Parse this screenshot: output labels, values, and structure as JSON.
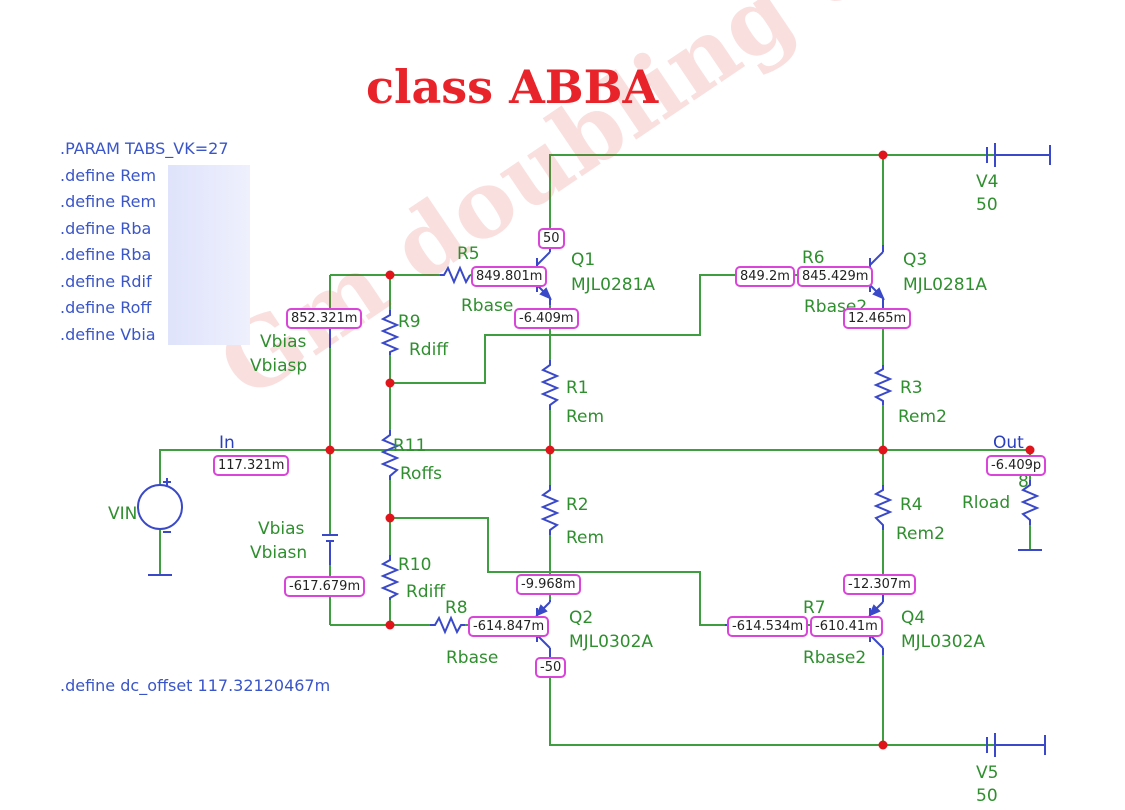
{
  "title": "class ABBA",
  "directives": [
    ".PARAM TABS_VK=27",
    ".define Rem",
    ".define Rem",
    ".define Rba",
    ".define Rba",
    ".define Rdif",
    ".define Roff",
    ".define Vbia"
  ],
  "dc_offset_directive": ".define dc_offset 117.32120467m",
  "watermark": "Gm doubling comp",
  "components": {
    "r5": {
      "ref": "R5",
      "value": "Rbase"
    },
    "q1": {
      "ref": "Q1",
      "model": "MJL0281A"
    },
    "r6": {
      "ref": "R6",
      "value": "Rbase2"
    },
    "q3": {
      "ref": "Q3",
      "model": "MJL0281A"
    },
    "v4": {
      "ref": "V4",
      "value": "50"
    },
    "r9": {
      "ref": "R9",
      "value": "Rdiff"
    },
    "vbias": {
      "ref": "Vbias",
      "value": "Vbiasp"
    },
    "r1": {
      "ref": "R1",
      "value": "Rem"
    },
    "r3": {
      "ref": "R3",
      "value": "Rem2"
    },
    "r11": {
      "ref": "R11",
      "value": "Roffs"
    },
    "r2": {
      "ref": "R2",
      "value": "Rem"
    },
    "r4": {
      "ref": "R4",
      "value": "Rem2"
    },
    "vin": {
      "ref": "VIN"
    },
    "vbiasn": {
      "ref": "Vbias",
      "value": "Vbiasn"
    },
    "r10": {
      "ref": "R10",
      "value": "Rdiff"
    },
    "r8": {
      "ref": "R8",
      "value": "Rbase"
    },
    "q2": {
      "ref": "Q2",
      "model": "MJL0302A"
    },
    "r7": {
      "ref": "R7",
      "value": "Rbase2"
    },
    "q4": {
      "ref": "Q4",
      "model": "MJL0302A"
    },
    "rload": {
      "ref": "8",
      "value": "Rload"
    },
    "v5": {
      "ref": "V5",
      "value": "50"
    }
  },
  "nets": {
    "in": "In",
    "out": "Out"
  },
  "node_voltages": {
    "q1_collector": "50",
    "r5_q1_base": "849.801m",
    "q1_emitter": "-6.409m",
    "r9_top": "852.321m",
    "r6_left": "849.2m",
    "q3_base": "845.429m",
    "q3_emitter": "12.465m",
    "in_node": "117.321m",
    "out_node": "-6.409p",
    "q2_emitter": "-9.968m",
    "r10_bottom": "-617.679m",
    "q2_base": "-614.847m",
    "q2_collector": "-50",
    "r7_left": "-614.534m",
    "q4_base": "-610.41m",
    "q4_emitter": "-12.307m"
  },
  "colors": {
    "wire": "#3f9e3f",
    "component": "#3949c8",
    "node_dot": "#e0141b",
    "tag_border": "#d845d8",
    "title": "#e8232a"
  }
}
